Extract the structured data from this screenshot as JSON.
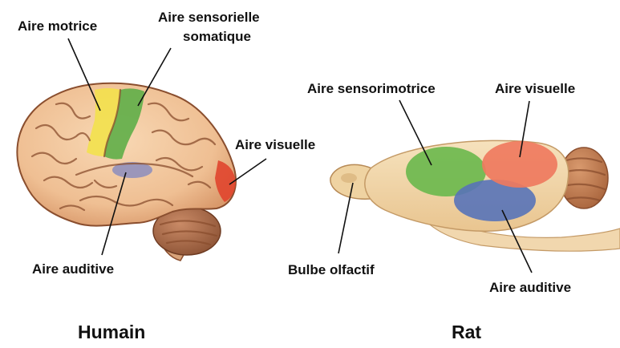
{
  "human": {
    "caption": "Humain",
    "labels": {
      "motor": "Aire motrice",
      "somatosensory_line1": "Aire sensorielle",
      "somatosensory_line2": "somatique",
      "visual": "Aire visuelle",
      "auditory": "Aire auditive"
    }
  },
  "rat": {
    "caption": "Rat",
    "labels": {
      "sensorimotor": "Aire sensorimotrice",
      "visual": "Aire visuelle",
      "olfactory_bulb": "Bulbe olfactif",
      "auditory": "Aire auditive"
    }
  },
  "colors": {
    "brain_tissue": "#f1c59c",
    "sulci": "#8a4e2e",
    "motor_area": "#f2e14a",
    "somatosensory_area": "#5fae48",
    "visual_area_human": "#e0452e",
    "auditory_area_human": "#7d84c2",
    "rat_sensorimotor": "#6cb84e",
    "rat_visual": "#ef7a5e",
    "rat_auditory": "#5873b8",
    "rat_brain": "#f3d7a7"
  }
}
